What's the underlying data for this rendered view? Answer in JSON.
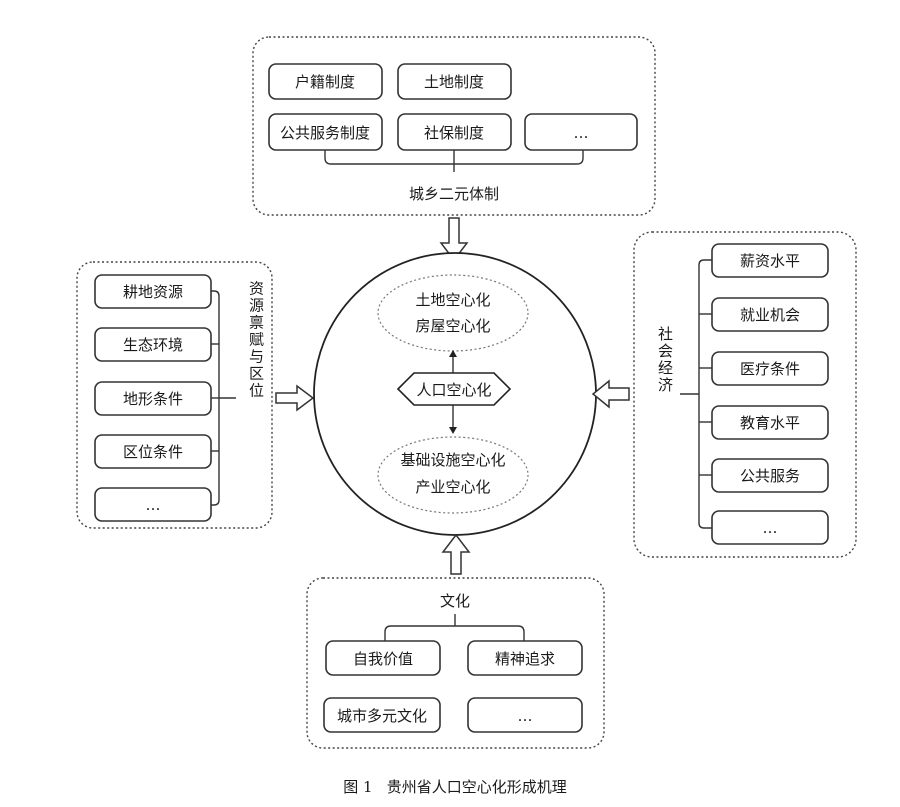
{
  "top": {
    "title": "城乡二元体制",
    "items": [
      "户籍制度",
      "土地制度",
      "公共服务制度",
      "社保制度",
      "…"
    ]
  },
  "left": {
    "title": "资源禀赋与区位",
    "items": [
      "耕地资源",
      "生态环境",
      "地形条件",
      "区位条件",
      "…"
    ]
  },
  "right": {
    "title": "社会经济",
    "items": [
      "薪资水平",
      "就业机会",
      "医疗条件",
      "教育水平",
      "公共服务",
      "…"
    ]
  },
  "bottom": {
    "title": "文化",
    "items": [
      "自我价值",
      "精神追求",
      "城市多元文化",
      "…"
    ]
  },
  "center": {
    "core": "人口空心化",
    "upper": [
      "土地空心化",
      "房屋空心化"
    ],
    "lower": [
      "基础设施空心化",
      "产业空心化"
    ]
  },
  "caption": "图 1   贵州省人口空心化形成机理"
}
